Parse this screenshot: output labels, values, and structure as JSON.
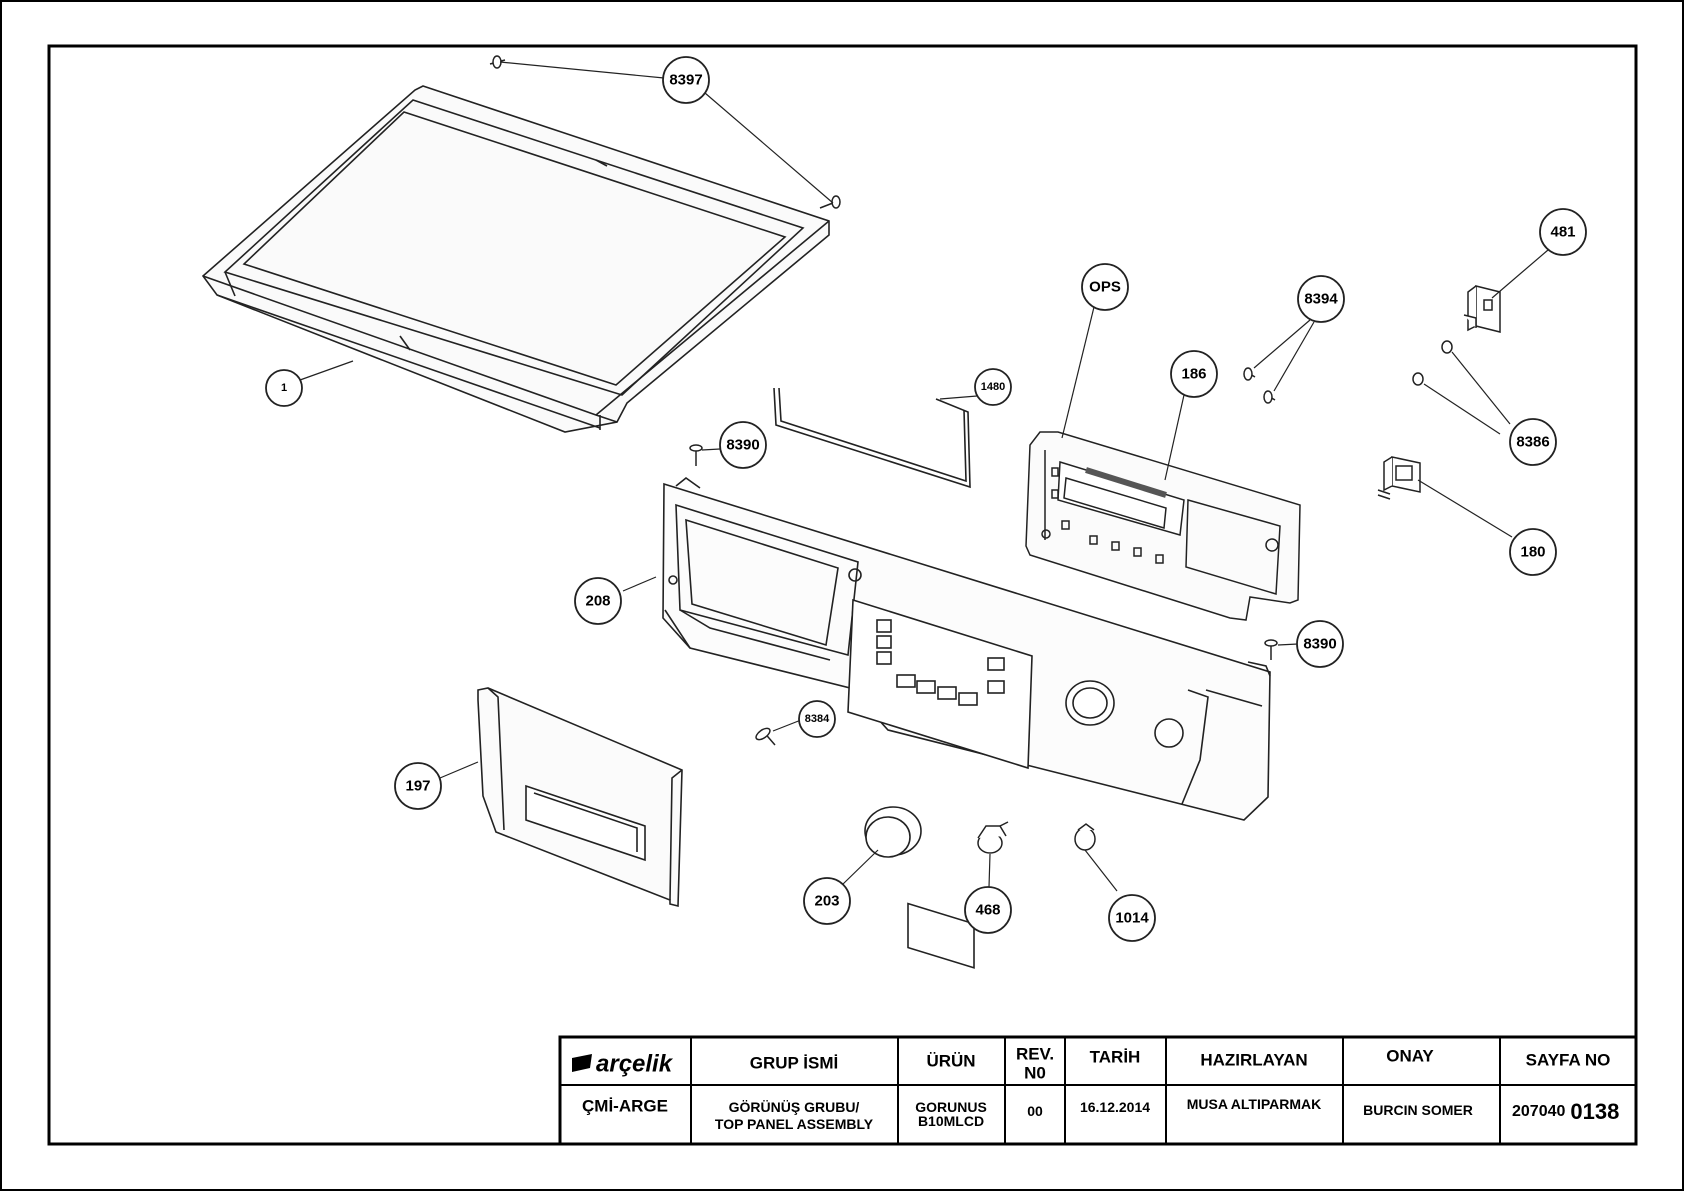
{
  "drawing": {
    "callouts": {
      "c1": "1",
      "c8397": "8397",
      "c8390a": "8390",
      "c1480": "1480",
      "cOPS": "OPS",
      "c186": "186",
      "c8394": "8394",
      "c481": "481",
      "c8386": "8386",
      "c180": "180",
      "c208": "208",
      "c8390b": "8390",
      "c8384": "8384",
      "c197": "197",
      "c203": "203",
      "c468": "468",
      "c1014": "1014"
    }
  },
  "title_block": {
    "logo_text": "arçelik",
    "dept": "ÇMİ-ARGE",
    "headers": {
      "group_name": "GRUP İSMİ",
      "product": "ÜRÜN",
      "rev_line1": "REV.",
      "rev_line2": "N0",
      "date": "TARİH",
      "prepared_by": "HAZIRLAYAN",
      "approval": "ONAY",
      "page_no": "SAYFA NO"
    },
    "values": {
      "group_name_line1": "GÖRÜNÜŞ GRUBU/",
      "group_name_line2": "TOP PANEL ASSEMBLY",
      "product_line1": "GORUNUS",
      "product_line2": "B10MLCD",
      "rev": "00",
      "date": "16.12.2014",
      "prepared_by": "MUSA ALTIPARMAK",
      "approval": "BURCIN SOMER",
      "page_prefix": "207040",
      "page_suffix": "0138"
    }
  }
}
